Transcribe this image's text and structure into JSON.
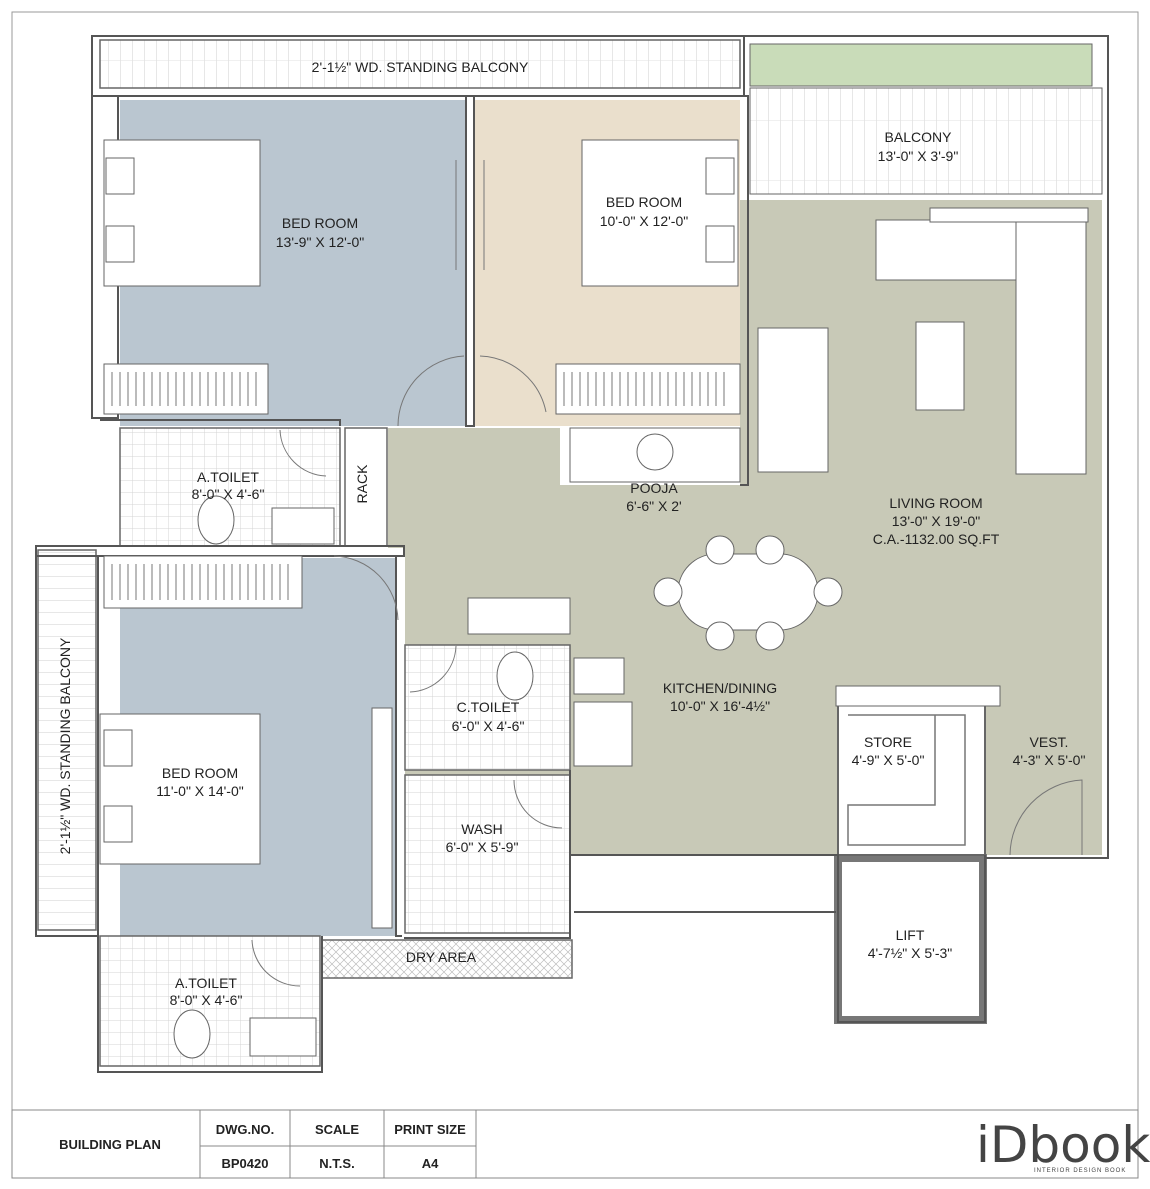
{
  "colors": {
    "bedroom_blue": "#bac6d0",
    "bedroom_beige": "#eadfcc",
    "living_gray": "#c8c9b7",
    "garden_green": "#c9dcb9",
    "wall": "#666666",
    "floor_tile_line": "#cfcfcf"
  },
  "labels": {
    "balcony_top": "2'-1½\" WD. STANDING BALCONY",
    "balcony_left": "2'-1½\" WD. STANDING BALCONY",
    "balcony_right_name": "BALCONY",
    "balcony_right_size": "13'-0\" X 3'-9\"",
    "bed1_name": "BED ROOM",
    "bed1_size": "13'-9\" X 12'-0\"",
    "bed2_name": "BED ROOM",
    "bed2_size": "10'-0\" X 12'-0\"",
    "bed3_name": "BED ROOM",
    "bed3_size": "11'-0\" X 14'-0\"",
    "toilet1_name": "A.TOILET",
    "toilet1_size": "8'-0\" X 4'-6\"",
    "toilet2_name": "A.TOILET",
    "toilet2_size": "8'-0\" X 4'-6\"",
    "rack": "RACK",
    "pooja_name": "POOJA",
    "pooja_size": "6'-6\" X 2'",
    "living_name": "LIVING ROOM",
    "living_size": "13'-0\" X 19'-0\"",
    "living_area": "C.A.-1132.00 SQ.FT",
    "ctoilet_name": "C.TOILET",
    "ctoilet_size": "6'-0\" X 4'-6\"",
    "kitchen_name": "KITCHEN/DINING",
    "kitchen_size": "10'-0\" X 16'-4½\"",
    "store_name": "STORE",
    "store_size": "4'-9\" X 5'-0\"",
    "vest_name": "VEST.",
    "vest_size": "4'-3\" X 5'-0\"",
    "wash_name": "WASH",
    "wash_size": "6'-0\" X 5'-9\"",
    "dry_area": "DRY AREA",
    "lift_name": "LIFT",
    "lift_size": "4'-7½\" X 5'-3\""
  },
  "title_block": {
    "title": "BUILDING PLAN",
    "dwg_no_header": "DWG.NO.",
    "dwg_no_value": "BP0420",
    "scale_header": "SCALE",
    "scale_value": "N.T.S.",
    "print_size_header": "PRINT SIZE",
    "print_size_value": "A4"
  },
  "logo": {
    "main": "iDbook",
    "tagline": "INTERIOR DESIGN BOOK"
  }
}
